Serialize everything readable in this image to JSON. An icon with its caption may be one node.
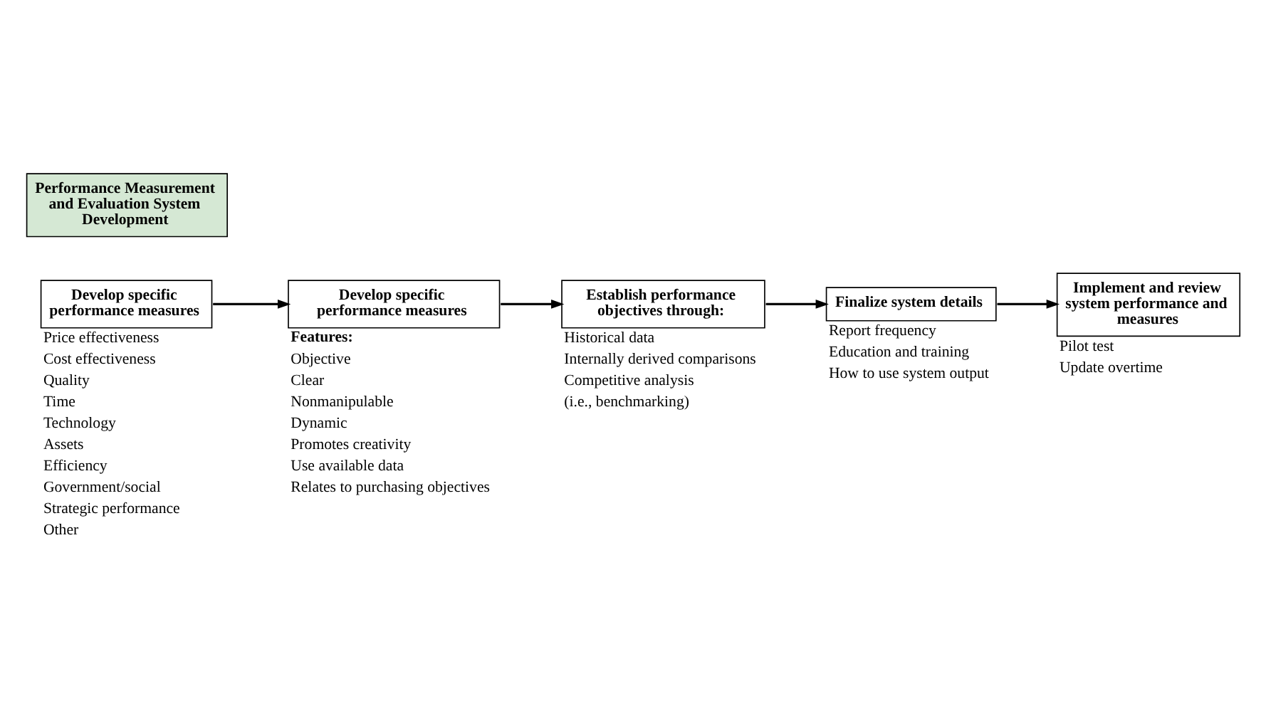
{
  "diagram": {
    "nodes": [
      {
        "text": [
          "Develop specific performance measures"
        ],
        "beside": [
          "Price effectiveness",
          "Cost effectiveness",
          "Quality",
          "Time",
          "Technology",
          "Assets",
          "Efficiency",
          "Government/social",
          "Strategic performance",
          "Other"
        ]
      },
      {
        "text": [
          "Develop specific performance measures"
        ],
        "beside": [
          "Features:",
          "Objective",
          "Clear",
          "Nonmanipulable",
          "Dynamic",
          "Promotes creativity",
          "Use available data",
          "Relates to purchasing objectives"
        ]
      },
      {
        "text": [
          "Establish performance objectives through:"
        ],
        "beside": [
          "Historical data",
          "Internally derived comparisons",
          "Competitive analysis",
          "(i.e., benchmarking)"
        ]
      },
      {
        "text": [
          "Finalize system details"
        ],
        "beside": [
          "Report frequency",
          "Education and training",
          "How to use system output"
        ]
      },
      {
        "text": [
          "Implement and review system performance and measures"
        ],
        "beside": [
          "Pilot test",
          "Update overtime"
        ]
      },
      {
        "text": [
          "Performance Measurement and Evaluation System Development"
        ]
      }
    ],
    "edges": [
      {
        "from": 0,
        "to": 1,
        "arrow": "to"
      },
      {
        "from": 1,
        "to": 2,
        "arrow": "to"
      },
      {
        "from": 2,
        "to": 3,
        "arrow": "to"
      },
      {
        "from": 3,
        "to": 4,
        "arrow": "to"
      }
    ]
  }
}
